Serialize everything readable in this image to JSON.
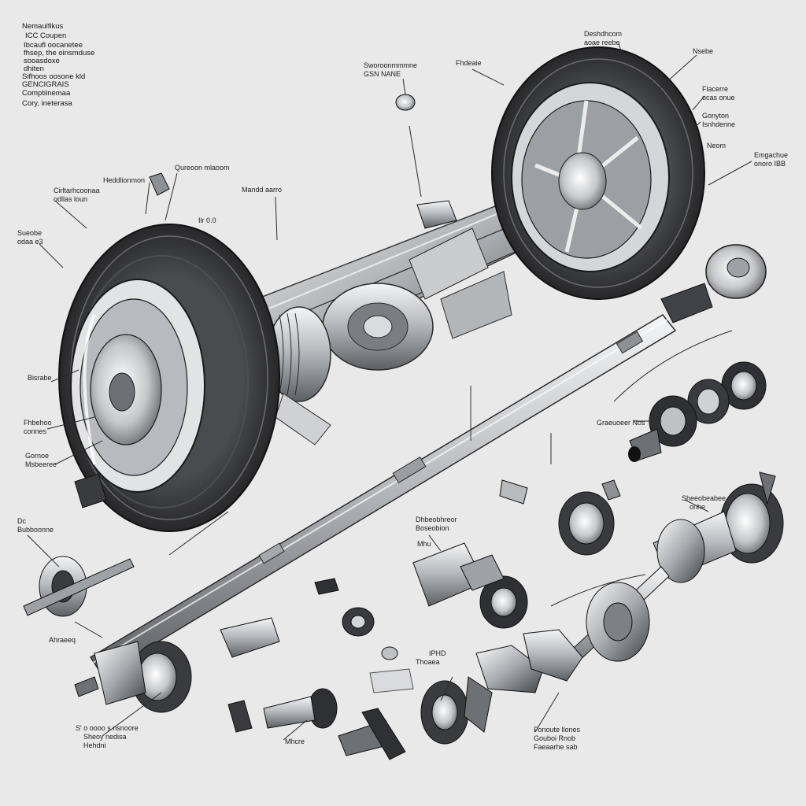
{
  "title_block": {
    "lines": [
      "Nemaulfikus",
      "ICC Coupen",
      "Ibcaufl oocanetee",
      "fhsep, the oinsmduse",
      "sooasdoxe",
      "dhiten",
      "Sifhoos oosone kld",
      "GENCIGRAIS",
      "Comptiinemaa",
      "Cory, ineterasa"
    ]
  },
  "labels": [
    {
      "id": "l1",
      "text": "Sworoonmmmne\nGSN NANE"
    },
    {
      "id": "l2",
      "text": "Fhdeaie"
    },
    {
      "id": "l3",
      "text": "Deshdhcom\naoae reebe"
    },
    {
      "id": "l4",
      "text": "Nsebe"
    },
    {
      "id": "l5",
      "text": "Flacerre\nocas onue"
    },
    {
      "id": "l6",
      "text": "Gonyton\nIsnhdenne"
    },
    {
      "id": "l7",
      "text": "Neom"
    },
    {
      "id": "l8",
      "text": "Emgachue\nonoro IBB"
    },
    {
      "id": "l9",
      "text": "Heddlionmon"
    },
    {
      "id": "l10",
      "text": "Qureoon mlaoom"
    },
    {
      "id": "l11",
      "text": "Cirltarhcoonaa\nodllas loun"
    },
    {
      "id": "l12",
      "text": "Mandd aarro"
    },
    {
      "id": "l13",
      "text": "Ilr 0.0"
    },
    {
      "id": "l14",
      "text": "Sueobe\nodaa e3"
    },
    {
      "id": "l15",
      "text": "Bisrabe"
    },
    {
      "id": "l16",
      "text": "Fhbehoo\nconnes"
    },
    {
      "id": "l17",
      "text": "Gornoe\nMsbeeree"
    },
    {
      "id": "l18",
      "text": "Dc\nBubboonne"
    },
    {
      "id": "l19",
      "text": "Ahraeeq"
    },
    {
      "id": "l20",
      "text": "S' o oooo s nsnoore\nSheoy nedisa\nHehdni"
    },
    {
      "id": "l21",
      "text": "Mhcre"
    },
    {
      "id": "l22",
      "text": "Dhbeobhreor\nBoseobion"
    },
    {
      "id": "l23",
      "text": "Mhu"
    },
    {
      "id": "l24",
      "text": "IPHD\nThoaea"
    },
    {
      "id": "l25",
      "text": "Graeuoeer Nos"
    },
    {
      "id": "l26",
      "text": "Sheeobeabee\nonhe"
    },
    {
      "id": "l27",
      "text": "Fonoute llones\nGouboi Rnob\nFaeaarhe sab"
    }
  ],
  "colors": {
    "background": "#e9e9ea",
    "tire": "#2b2b2d",
    "metal_light": "#d8dadc",
    "metal_dark": "#6d7074",
    "line": "#2a2a2a"
  }
}
